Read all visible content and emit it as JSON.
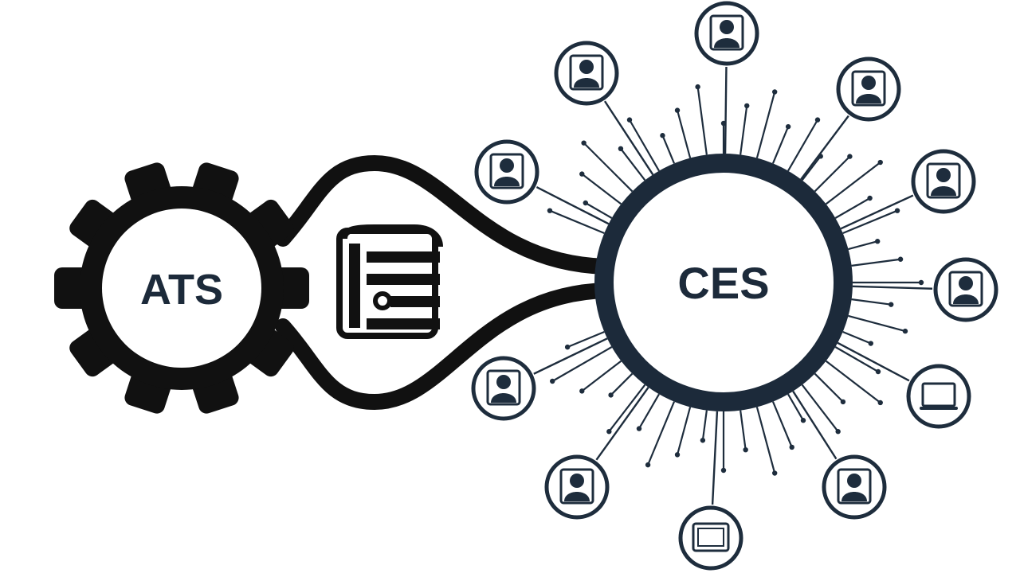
{
  "diagram": {
    "left_node": {
      "label": "ATS",
      "icon": "gear-icon"
    },
    "right_node": {
      "label": "CES",
      "icon": "hub-ring"
    },
    "connector_icon": "document-icon",
    "colors": {
      "gear": "#111111",
      "hub": "#1c2a3a",
      "satellite": "#1e2d3d",
      "background": "#ffffff"
    },
    "satellites": [
      {
        "icon": "user-icon"
      },
      {
        "icon": "user-icon"
      },
      {
        "icon": "user-icon"
      },
      {
        "icon": "user-icon"
      },
      {
        "icon": "user-icon"
      },
      {
        "icon": "user-icon"
      },
      {
        "icon": "user-icon"
      },
      {
        "icon": "user-icon"
      },
      {
        "icon": "laptop-icon"
      },
      {
        "icon": "user-icon"
      },
      {
        "icon": "tablet-icon"
      },
      {
        "icon": "user-icon"
      }
    ]
  }
}
